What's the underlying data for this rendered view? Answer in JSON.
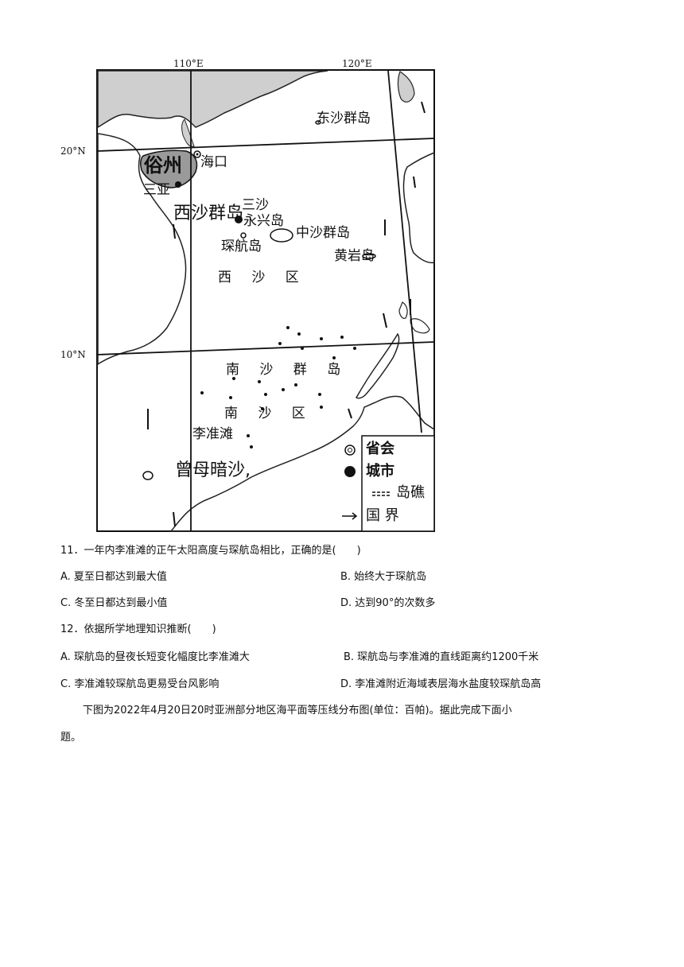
{
  "map": {
    "lon_labels": [
      "110°E",
      "120°E"
    ],
    "lat_labels": [
      "20°N",
      "10°N"
    ],
    "places": {
      "dongsha": "东沙群岛",
      "haikou": "海口",
      "overlay_hainan": "俗州",
      "sanya": "三亚",
      "xisha_big": "西沙群岛",
      "sansha": "三沙",
      "yongxing": "永兴岛",
      "zhongsha": "中沙群岛",
      "tanhang": "琛航岛",
      "huangyan": "黄岩岛",
      "xisha_district": "西 沙 区",
      "nansha_islands": "南 沙 群 岛",
      "nansha_district": "南 沙 区",
      "lizhuntan": "李准滩",
      "zengmu": "曾母暗沙,"
    },
    "legend": {
      "capital_symbol": "◎",
      "capital_label": "省会",
      "city_symbol": "●",
      "city_label": "城市",
      "reef_label": "岛礁",
      "border_label": "国 界"
    }
  },
  "questions": [
    {
      "stem": "11．一年内李准滩的正午太阳高度与琛航岛相比，正确的是(　　)",
      "options": [
        "A. 夏至日都达到最大值",
        "B. 始终大于琛航岛",
        "C. 冬至日都达到最小值",
        "D. 达到90°的次数多"
      ]
    },
    {
      "stem": "12．依据所学地理知识推断(　　)",
      "options": [
        "A. 琛航岛的昼夜长短变化幅度比李准滩大",
        "B. 琛航岛与李准滩的直线距离约1200千米",
        "C. 李准滩较琛航岛更易受台风影响",
        "D. 李准滩附近海域表层海水盐度较琛航岛高"
      ]
    }
  ],
  "intro": {
    "line1": "下图为2022年4月20日20时亚洲部分地区海平面等压线分布图(单位：百帕)。据此完成下面小",
    "line2": "题。"
  }
}
